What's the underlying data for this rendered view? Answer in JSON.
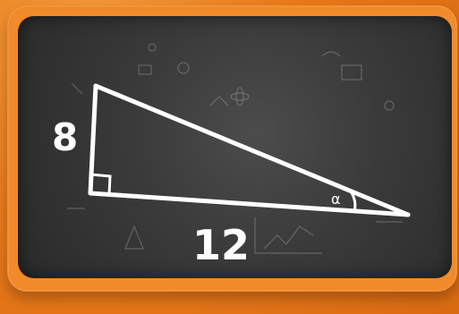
{
  "diagram": {
    "labels": {
      "side_vertical": "8",
      "side_horizontal": "12",
      "angle": "α"
    },
    "colors": {
      "chalk": "#ffffff",
      "board": "#3a3a3a",
      "frame": "#f08a2a",
      "background": "#e8791a"
    }
  }
}
